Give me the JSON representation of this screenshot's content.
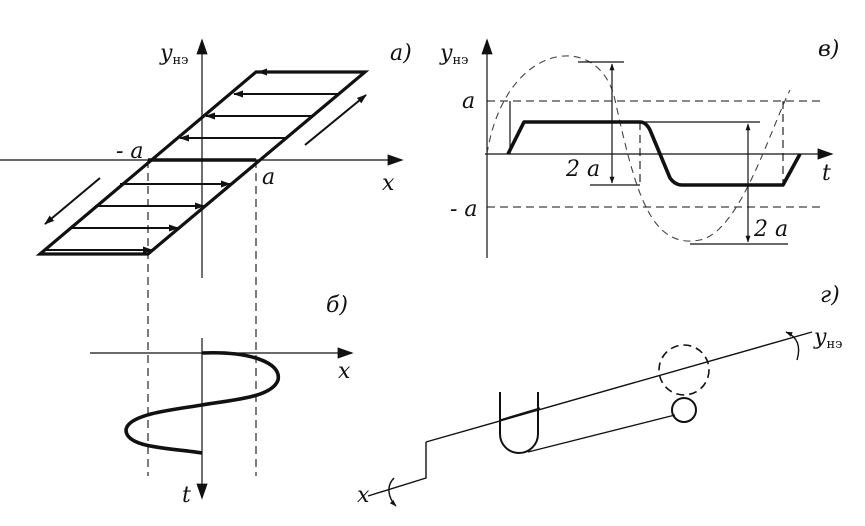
{
  "panel_a": {
    "tag": "а)",
    "y_axis": "y",
    "y_sub": "нэ",
    "x_axis": "x",
    "neg_a": "- a",
    "pos_a": "a"
  },
  "panel_b": {
    "tag": "б)",
    "x_axis": "x",
    "t_axis": "t"
  },
  "panel_v": {
    "tag": "в)",
    "y_axis": "y",
    "y_sub": "нэ",
    "t_axis": "t",
    "a": "a",
    "neg_a": "- a",
    "two_a_left": "2 a",
    "two_a_right": "2 a"
  },
  "panel_g": {
    "tag": "г)",
    "y_axis": "y",
    "y_sub": "нэ",
    "x_axis": "x"
  }
}
